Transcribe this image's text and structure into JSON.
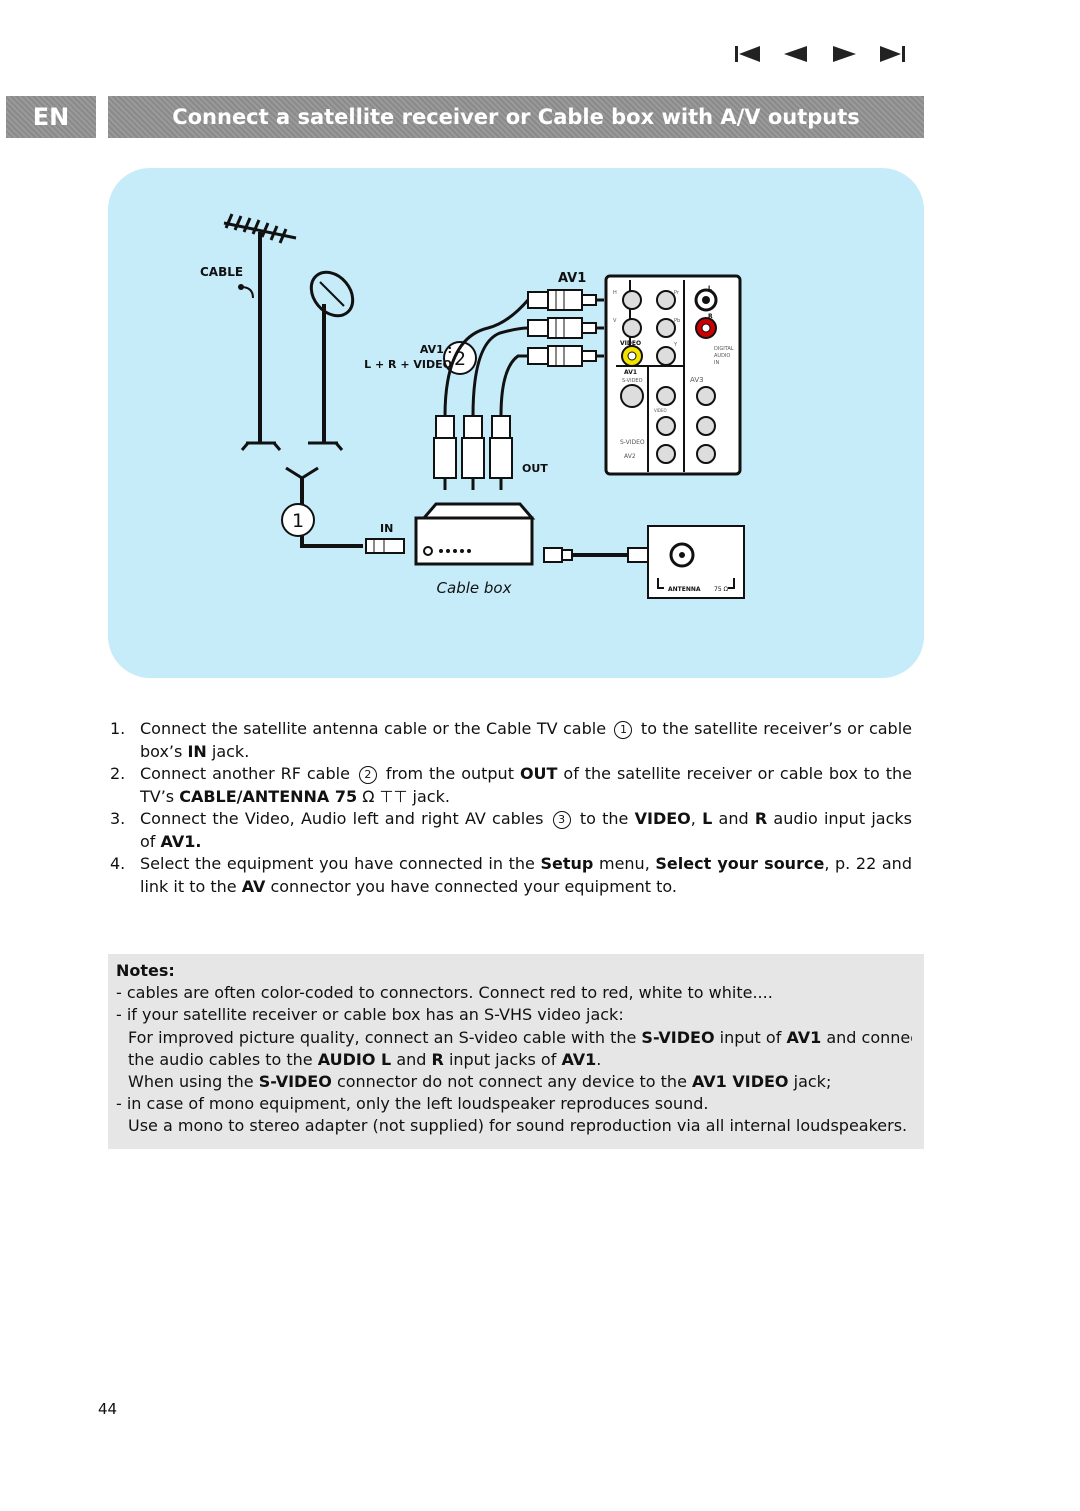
{
  "nav": {
    "icons": [
      "first-page-icon",
      "previous-page-icon",
      "next-page-icon",
      "last-page-icon"
    ]
  },
  "header": {
    "lang": "EN",
    "title": "Connect a satellite receiver or Cable box with A/V outputs"
  },
  "diagram": {
    "cable_label": "CABLE",
    "av1_label": "AV1",
    "av1_input_label": "AV1 :",
    "lrvideo_label": "L + R + VIDEO",
    "marker_1": "1",
    "marker_2": "2",
    "out_label": "OUT",
    "in_label": "IN",
    "cablebox_label": "Cable box",
    "antenna_label": "ANTENNA",
    "ohm_label": "75 Ω",
    "panel": {
      "video": "VIDEO",
      "av1": "AV1",
      "svideo_small": "S-VIDEO",
      "av3": "AV3",
      "svideo": "S-VIDEO",
      "av2": "AV2",
      "digital_audio": [
        "DIGITAL",
        "AUDIO",
        "IN"
      ],
      "r": "R",
      "l": "L",
      "h": "H",
      "v": "V",
      "y": "Y",
      "pr": "Pr",
      "pb": "Pb",
      "video_small": "VIDEO"
    },
    "colors": {
      "background": "#c6ecfa",
      "yellow_jack": "#f3e300",
      "red_jack": "#cc0000"
    }
  },
  "steps": [
    {
      "num": "1.",
      "a": "Connect the satellite antenna cable or the Cable TV cable",
      "c1": "1",
      "b": "to the satellite receiver’s or cable box’s",
      "in": "IN",
      "end": "jack."
    },
    {
      "num": "2.",
      "a": "Connect another RF cable",
      "c2": "2",
      "b": "from the output",
      "out": "OUT",
      "c": "of the satellite receiver or cable box to the TV’s",
      "ant": "CABLE/ANTENNA 75",
      "ohm": "Ω ⊤⊤",
      "end": "jack."
    },
    {
      "num": "3.",
      "a": "Connect the Video, Audio left and right AV cables",
      "c3": "3",
      "b": "to the",
      "video": "VIDEO",
      "comma": ",",
      "l": "L",
      "and": "and",
      "r": "R",
      "c": "audio input jacks of",
      "av1": "AV1."
    },
    {
      "num": "4.",
      "a": "Select the equipment you have connected in the",
      "setup": "Setup",
      "b": "menu,",
      "sel": "Select your source",
      "c": ", p. 22 and link it to the",
      "av": "AV",
      "d": "connector you have connected your equipment to."
    }
  ],
  "notes": {
    "title": "Notes:",
    "n1": "- cables are often color-coded to connectors. Connect red to red, white to white....",
    "n2": "- if your satellite receiver or cable box has an S-VHS video jack:",
    "n3a": "For improved picture quality, connect an S-video cable with the",
    "n3b": "S-VIDEO",
    "n3c": "input of",
    "n3d": "AV1",
    "n3e": "and connect",
    "n4a": "the audio cables to the",
    "n4b": "AUDIO L",
    "n4c": "and",
    "n4d": "R",
    "n4e": "input jacks of",
    "n4f": "AV1",
    "n4g": ".",
    "n5a": "When using the",
    "n5b": "S-VIDEO",
    "n5c": "connector do not connect any device to the",
    "n5d": "AV1 VIDEO",
    "n5e": "jack;",
    "n6": "- in case of mono equipment, only the left loudspeaker reproduces sound.",
    "n7": "Use a mono to stereo adapter (not supplied) for sound reproduction via all internal loudspeakers."
  },
  "page_number": "44"
}
